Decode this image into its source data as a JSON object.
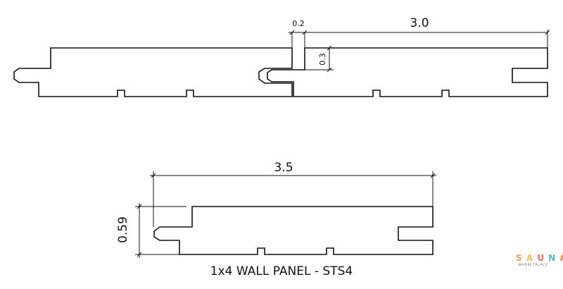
{
  "dimensions": {
    "gap": "0.2",
    "face_width": "3.0",
    "tongue_height": "0.3",
    "total_width": "3.5",
    "thickness": "0.59"
  },
  "caption": "1x4 WALL PANEL - STS4",
  "logo": {
    "letters": [
      "S",
      "A",
      "U",
      "N",
      "A"
    ],
    "sub": "MARKETPLACE",
    "colors": [
      "#f2a25c",
      "#f2c14a",
      "#e86a55",
      "#4fb6c9",
      "#f07e4f"
    ]
  }
}
